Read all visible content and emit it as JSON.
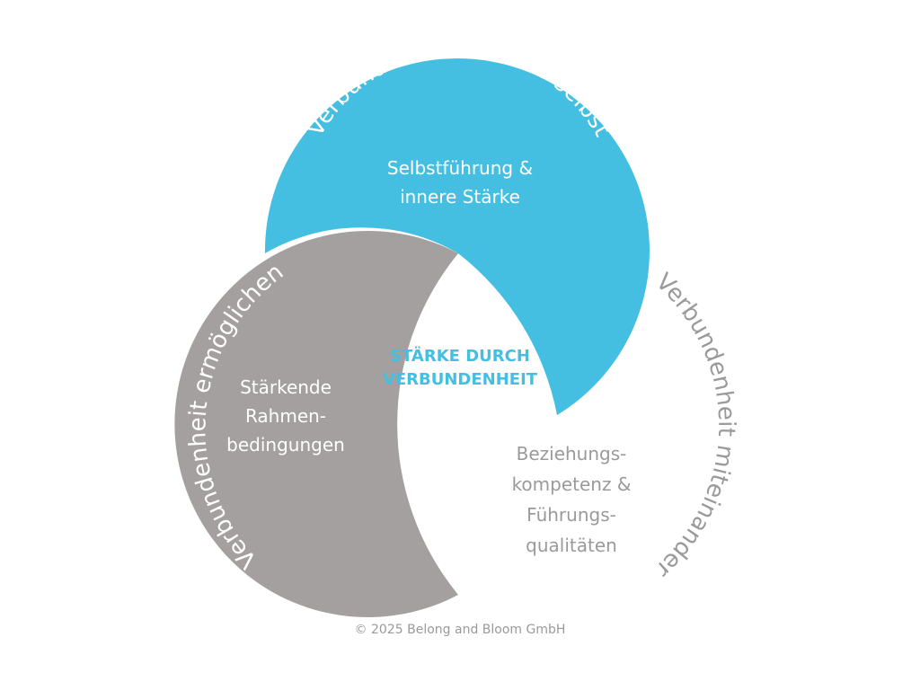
{
  "colors": {
    "blue": "#44bfe1",
    "gray": "#a4a09f",
    "light_gray_text": "#9a9a9a",
    "white": "#ffffff",
    "center_text": "#44bfe1"
  },
  "center": {
    "line1": "STÄRKE DURCH",
    "line2": "VERBUNDENHEIT"
  },
  "top": {
    "arc_label": "Verbundenheit mit mir selbst",
    "line1": "Selbstführung &",
    "line2": "innere Stärke"
  },
  "left": {
    "arc_label": "Verbundenheit ermöglichen",
    "line1": "Stärkende",
    "line2": "Rahmen-",
    "line3": "bedingungen"
  },
  "right": {
    "arc_label": "Verbundenheit miteinander",
    "line1": "Beziehungs-",
    "line2": "kompetenz &",
    "line3": "Führungs-",
    "line4": "qualitäten"
  },
  "footer": {
    "copyright": "© 2025 Belong and Bloom GmbH"
  }
}
